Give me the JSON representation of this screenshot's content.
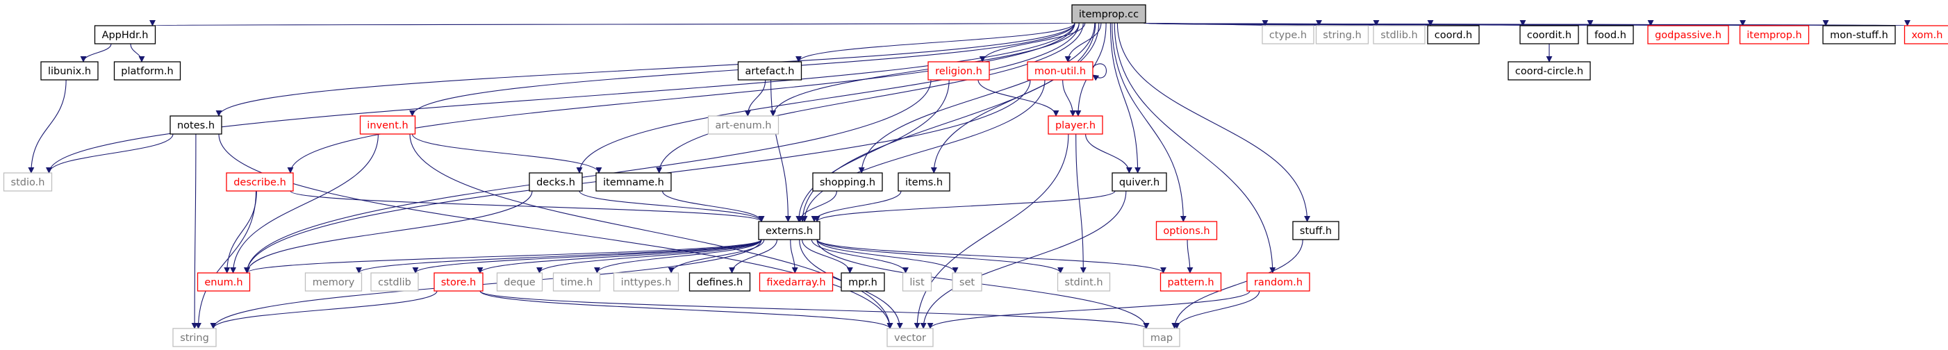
{
  "colors": {
    "edge": "#191970",
    "border_documented": "#000000",
    "border_undocumented": "#ff0000",
    "border_system": "#bfbfbf",
    "root_fill": "#bfbfbf",
    "text_documented": "#000000",
    "text_undocumented": "#ff0000",
    "text_system": "#777777",
    "background": "#ffffff"
  },
  "nodes": [
    {
      "id": "itemprop_cc",
      "label": "itemprop.cc",
      "kind": "root"
    },
    {
      "id": "apphdr_h",
      "label": "AppHdr.h",
      "kind": "doc"
    },
    {
      "id": "libunix_h",
      "label": "libunix.h",
      "kind": "doc"
    },
    {
      "id": "platform_h",
      "label": "platform.h",
      "kind": "doc"
    },
    {
      "id": "notes_h",
      "label": "notes.h",
      "kind": "doc"
    },
    {
      "id": "stdio_h",
      "label": "stdio.h",
      "kind": "sys"
    },
    {
      "id": "artefact_h",
      "label": "artefact.h",
      "kind": "doc"
    },
    {
      "id": "art_enum_h",
      "label": "art-enum.h",
      "kind": "sys"
    },
    {
      "id": "religion_h",
      "label": "religion.h",
      "kind": "undoc"
    },
    {
      "id": "mon_util_h",
      "label": "mon-util.h",
      "kind": "undoc"
    },
    {
      "id": "player_h",
      "label": "player.h",
      "kind": "undoc"
    },
    {
      "id": "invent_h",
      "label": "invent.h",
      "kind": "undoc"
    },
    {
      "id": "describe_h",
      "label": "describe.h",
      "kind": "undoc"
    },
    {
      "id": "decks_h",
      "label": "decks.h",
      "kind": "doc"
    },
    {
      "id": "itemname_h",
      "label": "itemname.h",
      "kind": "doc"
    },
    {
      "id": "shopping_h",
      "label": "shopping.h",
      "kind": "doc"
    },
    {
      "id": "items_h",
      "label": "items.h",
      "kind": "doc"
    },
    {
      "id": "quiver_h",
      "label": "quiver.h",
      "kind": "doc"
    },
    {
      "id": "externs_h",
      "label": "externs.h",
      "kind": "doc"
    },
    {
      "id": "enum_h",
      "label": "enum.h",
      "kind": "undoc"
    },
    {
      "id": "memory",
      "label": "memory",
      "kind": "sys"
    },
    {
      "id": "cstdlib",
      "label": "cstdlib",
      "kind": "sys"
    },
    {
      "id": "store_h",
      "label": "store.h",
      "kind": "undoc"
    },
    {
      "id": "deque",
      "label": "deque",
      "kind": "sys"
    },
    {
      "id": "time_h",
      "label": "time.h",
      "kind": "sys"
    },
    {
      "id": "inttypes_h",
      "label": "inttypes.h",
      "kind": "sys"
    },
    {
      "id": "defines_h",
      "label": "defines.h",
      "kind": "doc"
    },
    {
      "id": "fixedarray_h",
      "label": "fixedarray.h",
      "kind": "undoc"
    },
    {
      "id": "mpr_h",
      "label": "mpr.h",
      "kind": "doc"
    },
    {
      "id": "list",
      "label": "list",
      "kind": "sys"
    },
    {
      "id": "set",
      "label": "set",
      "kind": "sys"
    },
    {
      "id": "stdint_h",
      "label": "stdint.h",
      "kind": "sys"
    },
    {
      "id": "pattern_h",
      "label": "pattern.h",
      "kind": "undoc"
    },
    {
      "id": "string",
      "label": "string",
      "kind": "sys"
    },
    {
      "id": "vector",
      "label": "vector",
      "kind": "sys"
    },
    {
      "id": "map",
      "label": "map",
      "kind": "sys"
    },
    {
      "id": "options_h",
      "label": "options.h",
      "kind": "undoc"
    },
    {
      "id": "random_h",
      "label": "random.h",
      "kind": "undoc"
    },
    {
      "id": "stuff_h",
      "label": "stuff.h",
      "kind": "doc"
    },
    {
      "id": "ctype_h",
      "label": "ctype.h",
      "kind": "sys"
    },
    {
      "id": "string_h",
      "label": "string.h",
      "kind": "sys"
    },
    {
      "id": "stdlib_h",
      "label": "stdlib.h",
      "kind": "sys"
    },
    {
      "id": "coord_h",
      "label": "coord.h",
      "kind": "doc"
    },
    {
      "id": "coordit_h",
      "label": "coordit.h",
      "kind": "doc"
    },
    {
      "id": "coord_circle_h",
      "label": "coord-circle.h",
      "kind": "doc"
    },
    {
      "id": "food_h",
      "label": "food.h",
      "kind": "doc"
    },
    {
      "id": "godpassive_h",
      "label": "godpassive.h",
      "kind": "undoc"
    },
    {
      "id": "itemprop_h",
      "label": "itemprop.h",
      "kind": "undoc"
    },
    {
      "id": "mon_stuff_h",
      "label": "mon-stuff.h",
      "kind": "doc"
    },
    {
      "id": "xom_h",
      "label": "xom.h",
      "kind": "undoc"
    }
  ],
  "edges": [
    [
      "itemprop_cc",
      "apphdr_h"
    ],
    [
      "itemprop_cc",
      "stdio_h"
    ],
    [
      "itemprop_cc",
      "notes_h"
    ],
    [
      "itemprop_cc",
      "invent_h"
    ],
    [
      "itemprop_cc",
      "describe_h"
    ],
    [
      "itemprop_cc",
      "decks_h"
    ],
    [
      "itemprop_cc",
      "itemname_h"
    ],
    [
      "itemprop_cc",
      "artefact_h"
    ],
    [
      "itemprop_cc",
      "art_enum_h"
    ],
    [
      "itemprop_cc",
      "externs_h"
    ],
    [
      "itemprop_cc",
      "shopping_h"
    ],
    [
      "itemprop_cc",
      "items_h"
    ],
    [
      "itemprop_cc",
      "religion_h"
    ],
    [
      "itemprop_cc",
      "mon_util_h"
    ],
    [
      "itemprop_cc",
      "player_h"
    ],
    [
      "itemprop_cc",
      "quiver_h"
    ],
    [
      "itemprop_cc",
      "options_h"
    ],
    [
      "itemprop_cc",
      "random_h"
    ],
    [
      "itemprop_cc",
      "stuff_h"
    ],
    [
      "itemprop_cc",
      "ctype_h"
    ],
    [
      "itemprop_cc",
      "string_h"
    ],
    [
      "itemprop_cc",
      "stdlib_h"
    ],
    [
      "itemprop_cc",
      "coord_h"
    ],
    [
      "itemprop_cc",
      "coordit_h"
    ],
    [
      "itemprop_cc",
      "food_h"
    ],
    [
      "itemprop_cc",
      "godpassive_h"
    ],
    [
      "itemprop_cc",
      "itemprop_h"
    ],
    [
      "itemprop_cc",
      "mon_stuff_h"
    ],
    [
      "itemprop_cc",
      "xom_h"
    ],
    [
      "apphdr_h",
      "libunix_h"
    ],
    [
      "apphdr_h",
      "platform_h"
    ],
    [
      "libunix_h",
      "stdio_h"
    ],
    [
      "notes_h",
      "stdio_h"
    ],
    [
      "notes_h",
      "string"
    ],
    [
      "notes_h",
      "vector"
    ],
    [
      "artefact_h",
      "art_enum_h"
    ],
    [
      "artefact_h",
      "externs_h"
    ],
    [
      "religion_h",
      "player_h"
    ],
    [
      "religion_h",
      "externs_h"
    ],
    [
      "religion_h",
      "enum_h"
    ],
    [
      "mon_util_h",
      "mon_util_h"
    ],
    [
      "mon_util_h",
      "player_h"
    ],
    [
      "mon_util_h",
      "externs_h"
    ],
    [
      "mon_util_h",
      "enum_h"
    ],
    [
      "player_h",
      "quiver_h"
    ],
    [
      "player_h",
      "stdint_h"
    ],
    [
      "player_h",
      "vector"
    ],
    [
      "invent_h",
      "itemname_h"
    ],
    [
      "invent_h",
      "enum_h"
    ],
    [
      "invent_h",
      "vector"
    ],
    [
      "describe_h",
      "externs_h"
    ],
    [
      "describe_h",
      "enum_h"
    ],
    [
      "describe_h",
      "string"
    ],
    [
      "decks_h",
      "externs_h"
    ],
    [
      "decks_h",
      "enum_h"
    ],
    [
      "itemname_h",
      "externs_h"
    ],
    [
      "shopping_h",
      "externs_h"
    ],
    [
      "items_h",
      "externs_h"
    ],
    [
      "quiver_h",
      "externs_h"
    ],
    [
      "quiver_h",
      "vector"
    ],
    [
      "externs_h",
      "enum_h"
    ],
    [
      "externs_h",
      "memory"
    ],
    [
      "externs_h",
      "cstdlib"
    ],
    [
      "externs_h",
      "store_h"
    ],
    [
      "externs_h",
      "deque"
    ],
    [
      "externs_h",
      "time_h"
    ],
    [
      "externs_h",
      "inttypes_h"
    ],
    [
      "externs_h",
      "defines_h"
    ],
    [
      "externs_h",
      "fixedarray_h"
    ],
    [
      "externs_h",
      "mpr_h"
    ],
    [
      "externs_h",
      "list"
    ],
    [
      "externs_h",
      "set"
    ],
    [
      "externs_h",
      "stdint_h"
    ],
    [
      "externs_h",
      "pattern_h"
    ],
    [
      "externs_h",
      "string"
    ],
    [
      "externs_h",
      "vector"
    ],
    [
      "externs_h",
      "map"
    ],
    [
      "store_h",
      "string"
    ],
    [
      "store_h",
      "vector"
    ],
    [
      "store_h",
      "map"
    ],
    [
      "options_h",
      "pattern_h"
    ],
    [
      "random_h",
      "vector"
    ],
    [
      "random_h",
      "map"
    ],
    [
      "stuff_h",
      "map"
    ],
    [
      "coordit_h",
      "coord_circle_h"
    ]
  ]
}
